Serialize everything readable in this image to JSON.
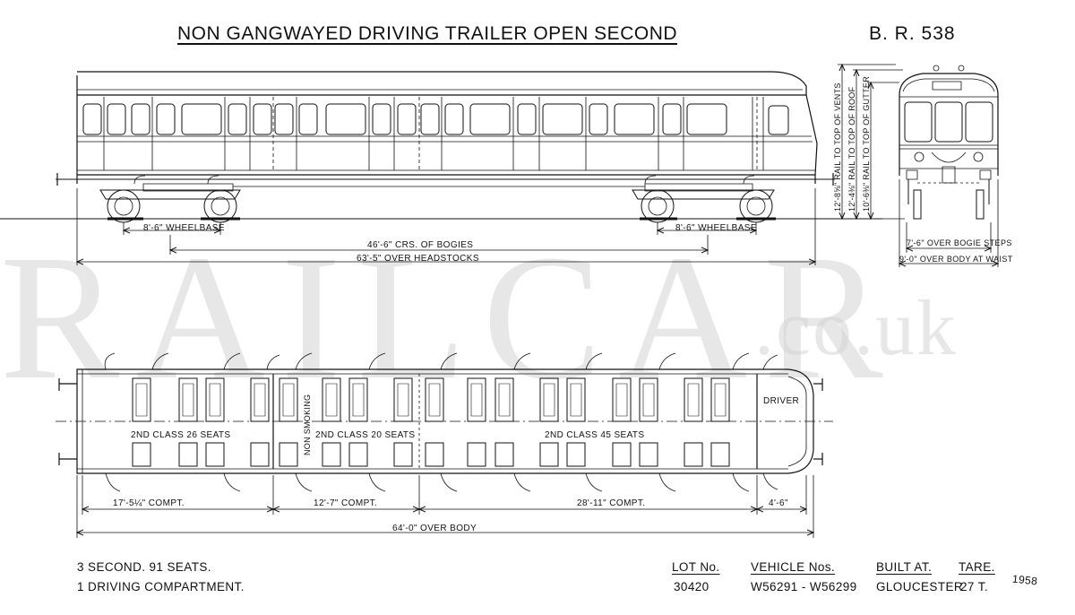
{
  "title": "NON GANGWAYED DRIVING TRAILER OPEN SECOND",
  "ref": "B. R. 538",
  "watermark": {
    "main": "RAILCAR",
    "domain": ".co.uk"
  },
  "side_view": {
    "wheelbase_left": "8'-6\" WHEELBASE",
    "wheelbase_right": "8'-6\" WHEELBASE",
    "bogie_centres": "46'-6\" CRS. OF BOGIES",
    "over_headstocks": "63'-5\" OVER HEADSTOCKS"
  },
  "end_view": {
    "rail_to_vents": "12'-8⅝\" RAIL TO TOP OF VENTS",
    "rail_to_roof": "12'-4⅜\" RAIL TO TOP OF ROOF",
    "rail_to_gutter": "10'-6⅜\" RAIL TO TOP OF GUTTER",
    "over_bogie_steps": "7'-6\" OVER BOGIE STEPS",
    "over_body_waist": "9'-0\" OVER BODY AT WAIST"
  },
  "plan_view": {
    "driver": "DRIVER",
    "non_smoking": "NON SMOKING",
    "class1": "2ND CLASS 26 SEATS",
    "class2": "2ND CLASS 20 SEATS",
    "class3": "2ND CLASS 45 SEATS",
    "comp1": "17'-5¼\" COMPT.",
    "comp2": "12'-7\" COMPT.",
    "comp3": "28'-11\" COMPT.",
    "comp4": "4'-6\"",
    "over_body": "64'-0\" OVER BODY"
  },
  "footer": {
    "seats": "3 SECOND. 91 SEATS.",
    "driving": "1 DRIVING COMPARTMENT.",
    "lot_header": "LOT No.",
    "lot_value": "30420",
    "vehicle_header": "VEHICLE Nos.",
    "vehicle_value": "W56291 - W56299",
    "built_header": "BUILT AT.",
    "built_value": "GLOUCESTER",
    "tare_header": "TARE.",
    "tare_value": "27 T.",
    "year": "1958"
  }
}
